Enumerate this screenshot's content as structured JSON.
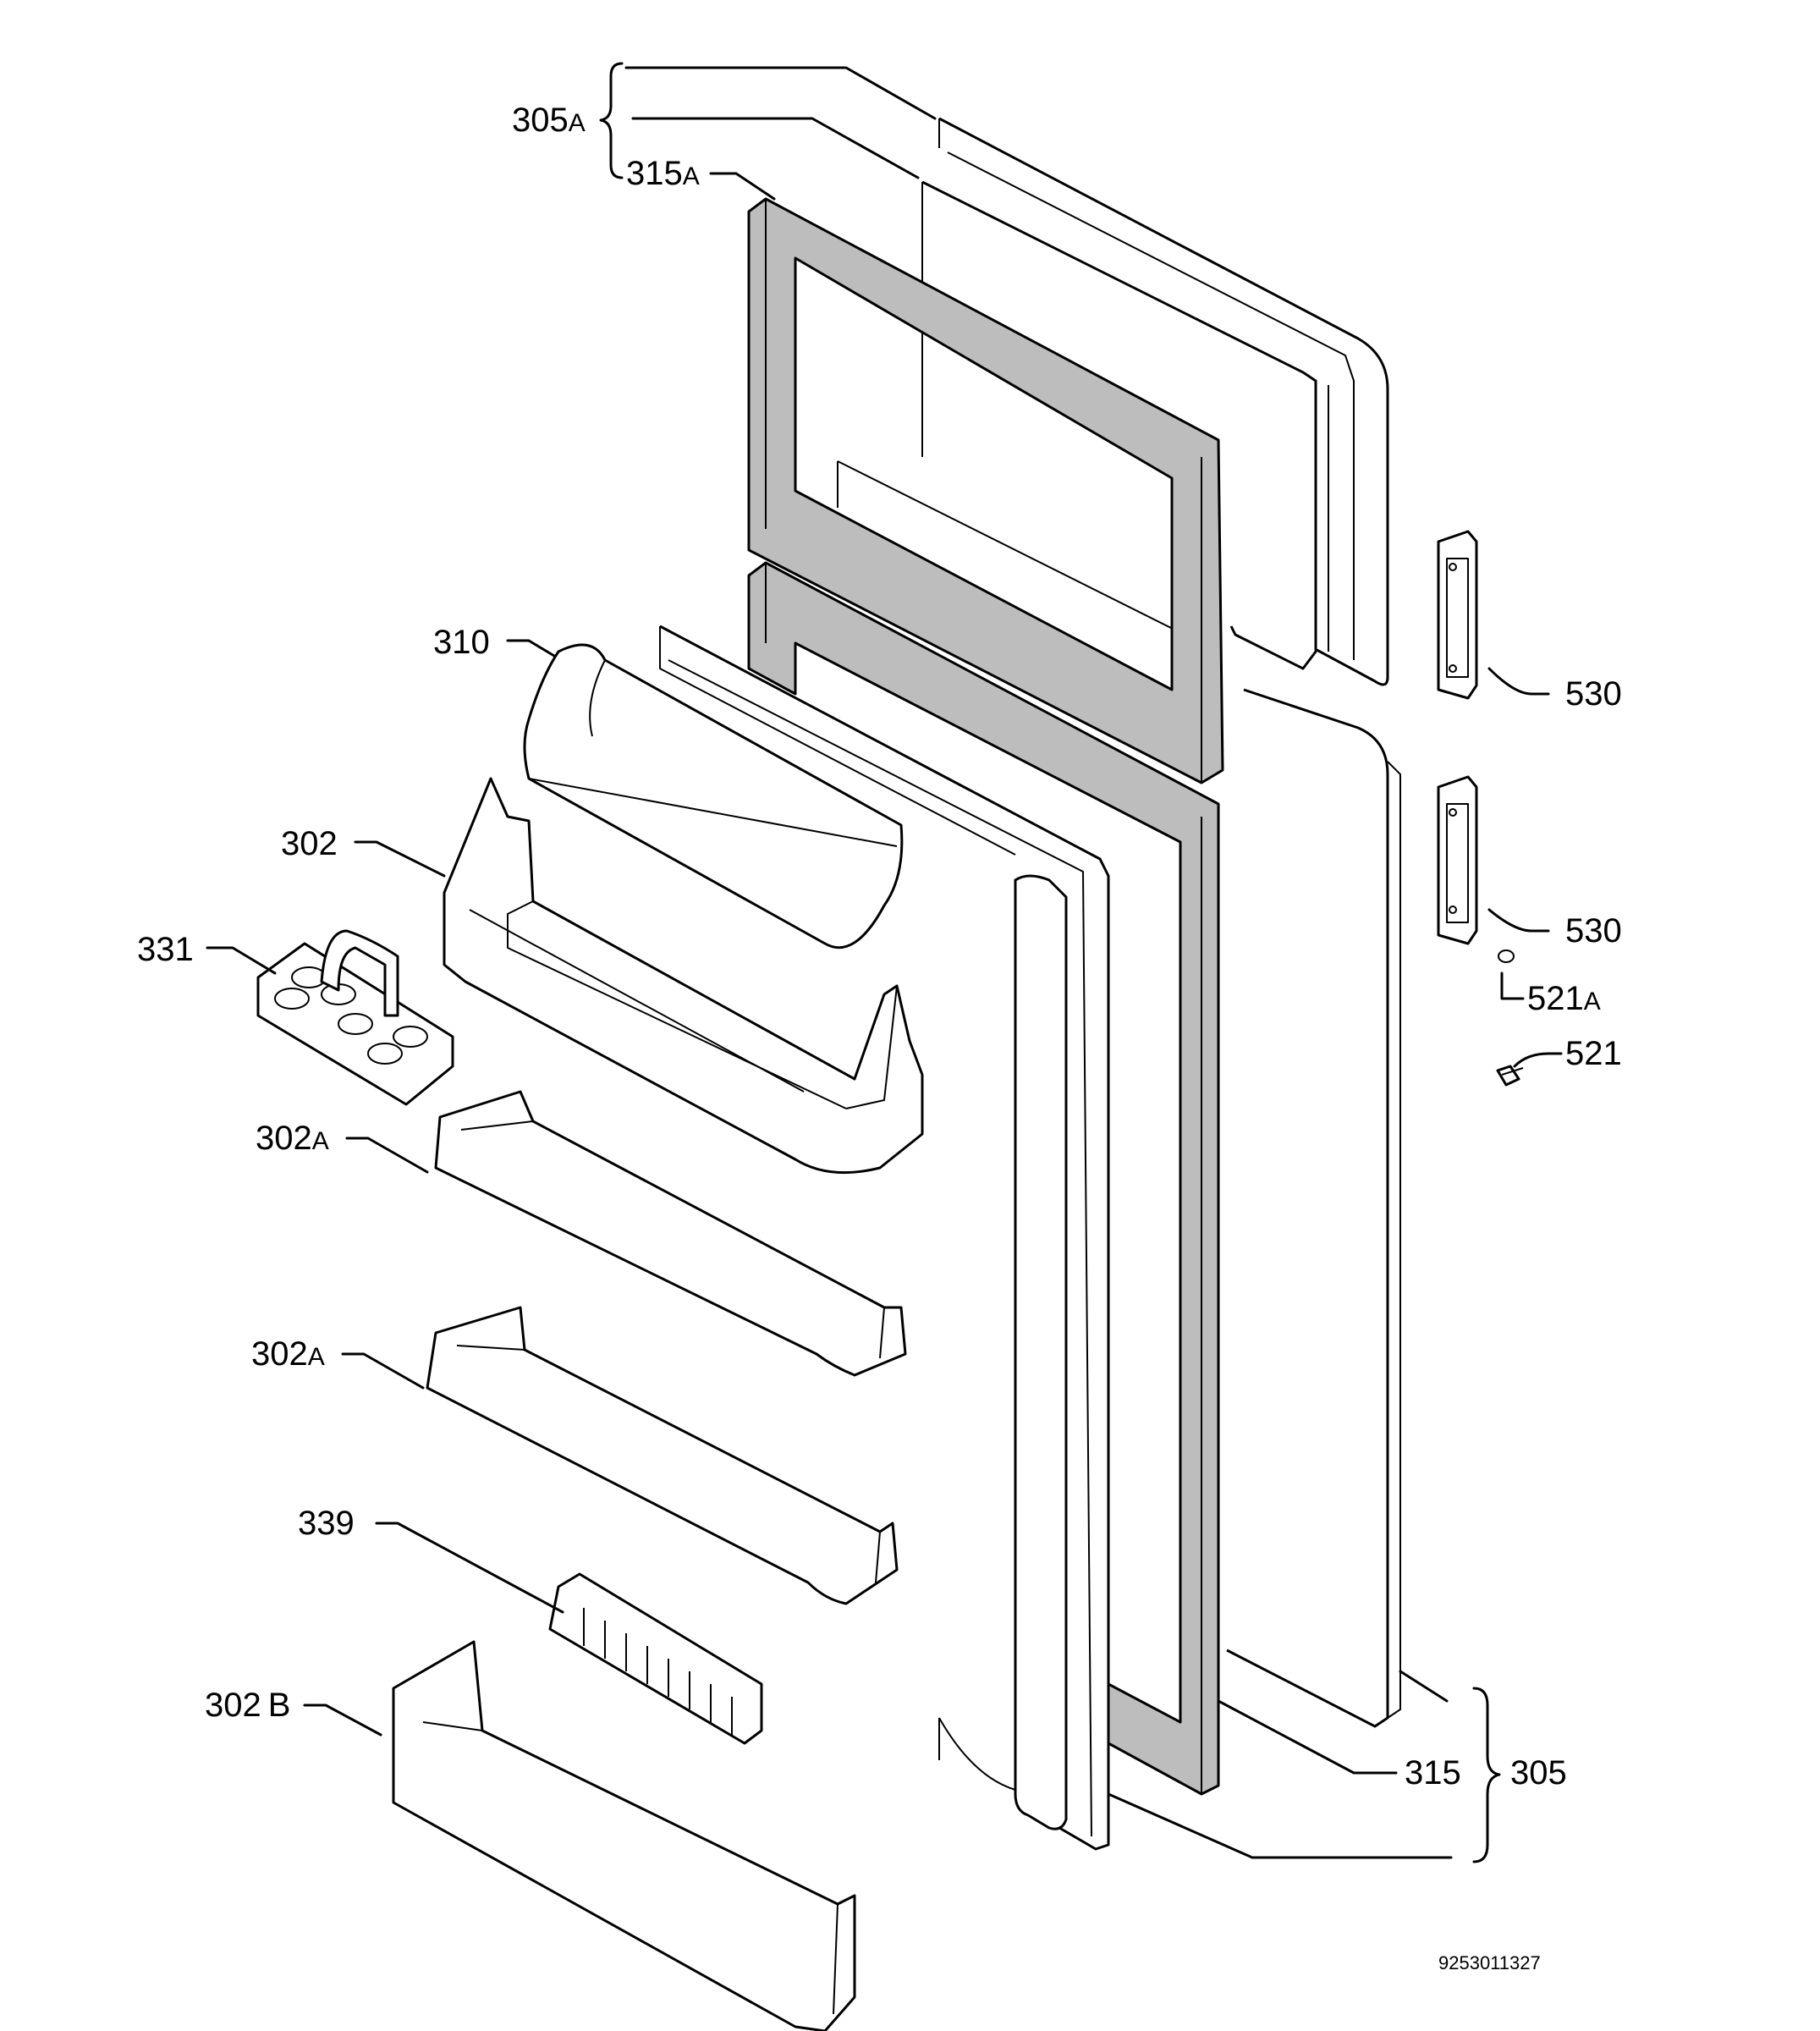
{
  "labels": {
    "p305a": {
      "num": "305",
      "suffix": "A"
    },
    "p315a": {
      "num": "315",
      "suffix": "A"
    },
    "p310": {
      "num": "310"
    },
    "p302": {
      "num": "302"
    },
    "p331": {
      "num": "331"
    },
    "p302a_1": {
      "num": "302",
      "suffix": "A"
    },
    "p302a_2": {
      "num": "302",
      "suffix": "A"
    },
    "p339": {
      "num": "339"
    },
    "p302b": {
      "num": "302",
      "suffix": "B"
    },
    "p530_1": {
      "num": "530"
    },
    "p530_2": {
      "num": "530"
    },
    "p521a": {
      "num": "521",
      "suffix": "A"
    },
    "p521": {
      "num": "521"
    },
    "p315": {
      "num": "315"
    },
    "p305": {
      "num": "305"
    }
  },
  "document_number": "9253011327"
}
